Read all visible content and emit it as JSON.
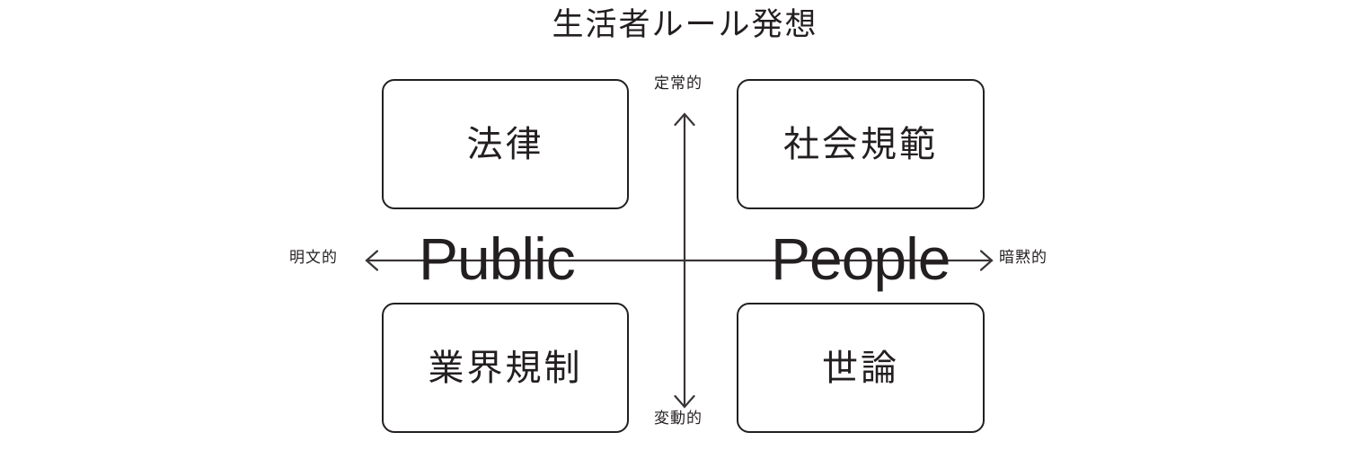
{
  "title": "生活者ルール発想",
  "colors": {
    "ink": "#231f20",
    "background": "#ffffff",
    "axis": "#3a3436"
  },
  "axes": {
    "vertical": {
      "name": "定常的 ⇅ 変動的",
      "top_label": "定常的",
      "bottom_label": "変動的"
    },
    "horizontal": {
      "name": "明文的 ⇄ 暗黙的",
      "left_label": "明文的",
      "right_label": "暗黙的"
    }
  },
  "center_words": {
    "left": "Public",
    "right": "People"
  },
  "quadrants": [
    {
      "position": "top-left",
      "label": "法律"
    },
    {
      "position": "top-right",
      "label": "社会規範"
    },
    {
      "position": "bottom-left",
      "label": "業界規制"
    },
    {
      "position": "bottom-right",
      "label": "世論"
    }
  ]
}
